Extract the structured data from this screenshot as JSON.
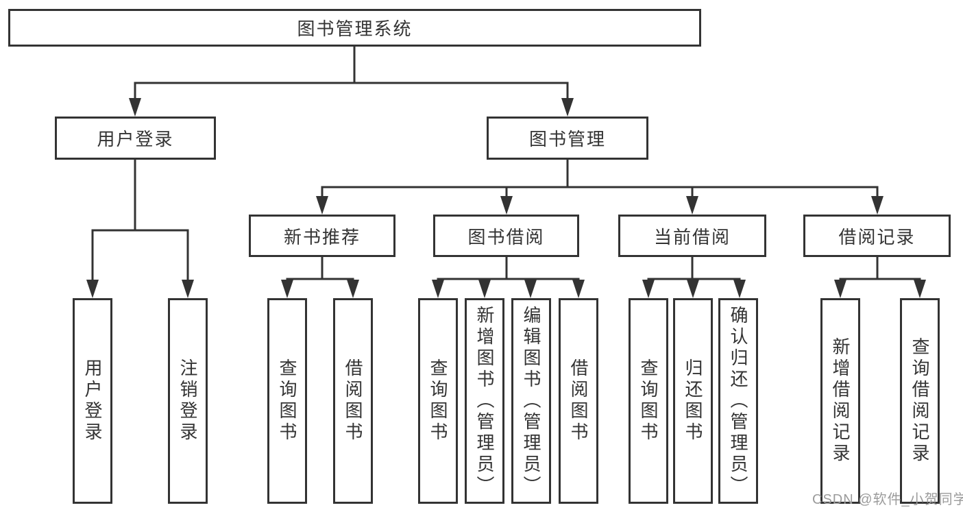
{
  "watermark": "CSDN @软件_小贺同学",
  "colors": {
    "line": "#333333",
    "text": "#333333",
    "watermark": "#9b9b9b",
    "background": "#ffffff"
  },
  "tree": {
    "label": "图书管理系统",
    "children": [
      {
        "label": "用户登录",
        "children": [
          {
            "label": "用户登录"
          },
          {
            "label": "注销登录"
          }
        ]
      },
      {
        "label": "图书管理",
        "children": [
          {
            "label": "新书推荐",
            "children": [
              {
                "label": "查询图书"
              },
              {
                "label": "借阅图书"
              }
            ]
          },
          {
            "label": "图书借阅",
            "children": [
              {
                "label": "查询图书"
              },
              {
                "label": "新增图书（管理员）"
              },
              {
                "label": "编辑图书（管理员）"
              },
              {
                "label": "借阅图书"
              }
            ]
          },
          {
            "label": "当前借阅",
            "children": [
              {
                "label": "查询图书"
              },
              {
                "label": "归还图书"
              },
              {
                "label": "确认归还（管理员）"
              }
            ]
          },
          {
            "label": "借阅记录",
            "children": [
              {
                "label": "新增借阅记录"
              },
              {
                "label": "查询借阅记录"
              }
            ]
          }
        ]
      }
    ]
  }
}
